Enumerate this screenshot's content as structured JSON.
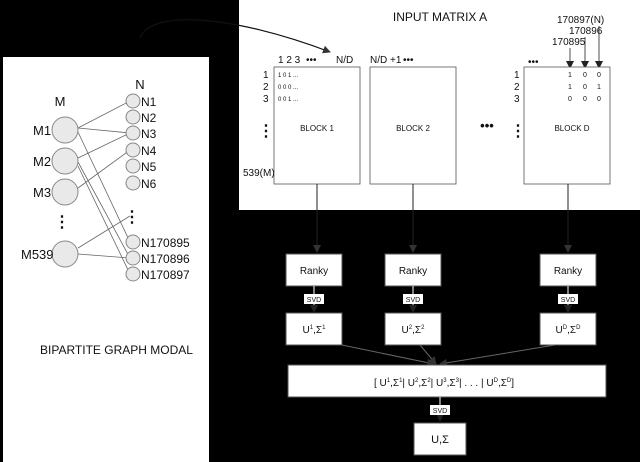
{
  "bipartite": {
    "caption": "BIPARTITE GRAPH MODAL",
    "m_header": "M",
    "n_header": "N",
    "m_nodes": [
      "M1",
      "M2",
      "M3",
      "M539"
    ],
    "n_nodes": [
      "N1",
      "N2",
      "N3",
      "N4",
      "N5",
      "N6",
      "N170895",
      "N170896",
      "N170897"
    ],
    "ellipsis_vertical": "⋮"
  },
  "matrix": {
    "title": "INPUT MATRIX A",
    "col_labels_block1": "1 2 3",
    "dots": "•••",
    "nd_label": "N/D",
    "nd_plus_label": "N/D +1",
    "row_labels": [
      "1",
      "2",
      "3"
    ],
    "rows_label": "539(M)",
    "block1_values": [
      "1 0 1 ...",
      "0 0 0 ...",
      "0 0 1 ..."
    ],
    "blocks": [
      "BLOCK 1",
      "BLOCK 2",
      "BLOCK D"
    ],
    "blockd_rows": [
      [
        "1",
        "0",
        "0"
      ],
      [
        "1",
        "0",
        "1"
      ],
      [
        "0",
        "0",
        "0"
      ]
    ],
    "top_cols": [
      "170897(N)",
      "170896",
      "170895"
    ]
  },
  "pipeline": {
    "ranky": "Ranky",
    "svd": "SVD",
    "combined_svd": "SVD",
    "final": "U,Σ"
  },
  "colors": {
    "background": "#000000",
    "panel": "#ffffff",
    "node_fill": "#e9e9e9",
    "box_border": "#555555"
  }
}
